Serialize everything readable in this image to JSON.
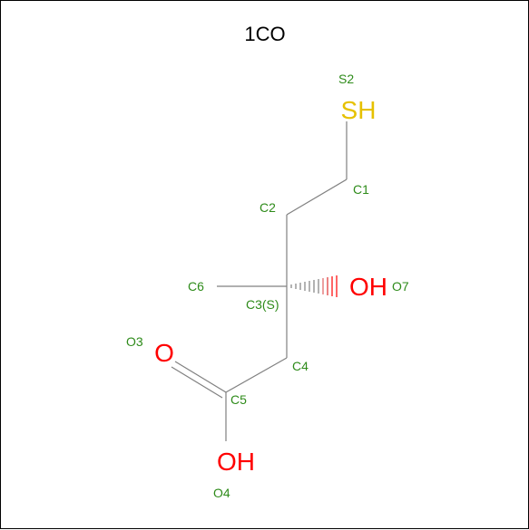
{
  "title": "1CO",
  "colors": {
    "label": "#2e8b1a",
    "bond": "#808080",
    "sulfur": "#e6c100",
    "oxygen": "#ff0000"
  },
  "atoms": {
    "s2": {
      "symbol": "SH",
      "label": "S2"
    },
    "c1": {
      "label": "C1"
    },
    "c2": {
      "label": "C2"
    },
    "c3": {
      "label": "C3(S)"
    },
    "c4": {
      "label": "C4"
    },
    "c5": {
      "label": "C5"
    },
    "c6": {
      "label": "C6"
    },
    "o7": {
      "symbol": "OH",
      "label": "O7"
    },
    "o3": {
      "symbol": "O",
      "label": "O3"
    },
    "o4": {
      "symbol": "OH",
      "label": "O4"
    }
  }
}
